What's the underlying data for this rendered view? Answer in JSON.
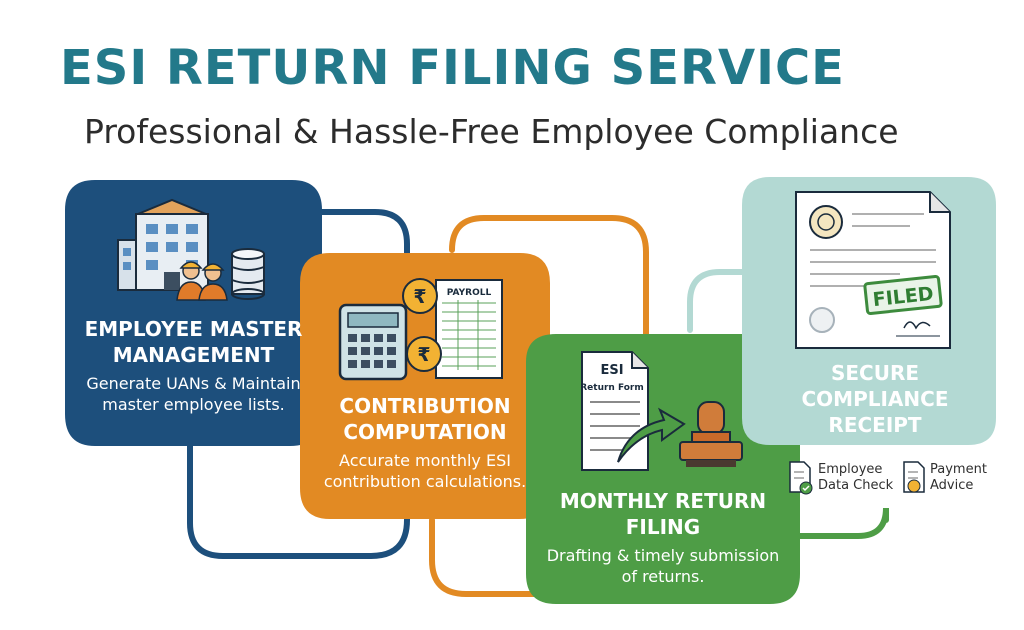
{
  "header": {
    "title": "ESI RETURN FILING SERVICE",
    "subtitle": "Professional & Hassle-Free Employee Compliance"
  },
  "steps": [
    {
      "heading": "EMPLOYEE MASTER MANAGEMENT",
      "description": "Generate UANs & Maintain master employee lists.",
      "color": "#1d4f7c",
      "icon": "office-building-workers-database-icon"
    },
    {
      "heading": "CONTRIBUTION COMPUTATION",
      "description": "Accurate monthly ESI contribution calculations.",
      "color": "#e28a23",
      "icon": "calculator-rupee-payroll-icon"
    },
    {
      "heading": "MONTHLY RETURN FILING",
      "description": "Drafting & timely submission of returns.",
      "color": "#4e9d46",
      "icon": "return-form-stamp-icon"
    },
    {
      "heading": "SECURE COMPLIANCE RECEIPT",
      "description": "",
      "color": "#b3d9d3",
      "icon": "filed-certificate-icon"
    }
  ],
  "icon_labels": {
    "payroll": "PAYROLL",
    "rupee": "₹",
    "form_title": "ESI",
    "form_subtitle": "Return Form",
    "stamp": "FILED"
  },
  "legend": [
    {
      "label": "Employee Data Check",
      "icon": "document-check-icon"
    },
    {
      "label": "Payment Advice",
      "icon": "payment-advice-icon"
    }
  ]
}
